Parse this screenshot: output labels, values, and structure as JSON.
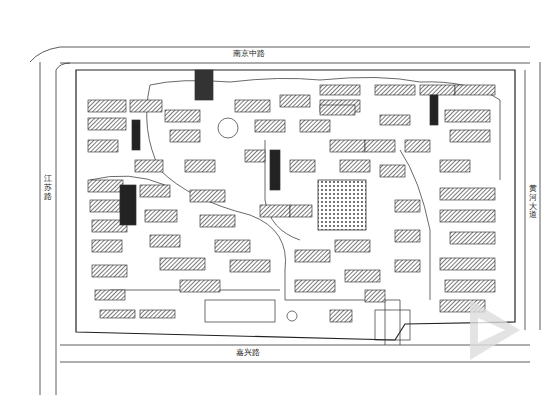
{
  "diagram": {
    "labels": [
      "南京中路",
      "江苏路",
      "黄河大道",
      "嘉兴路"
    ]
  }
}
